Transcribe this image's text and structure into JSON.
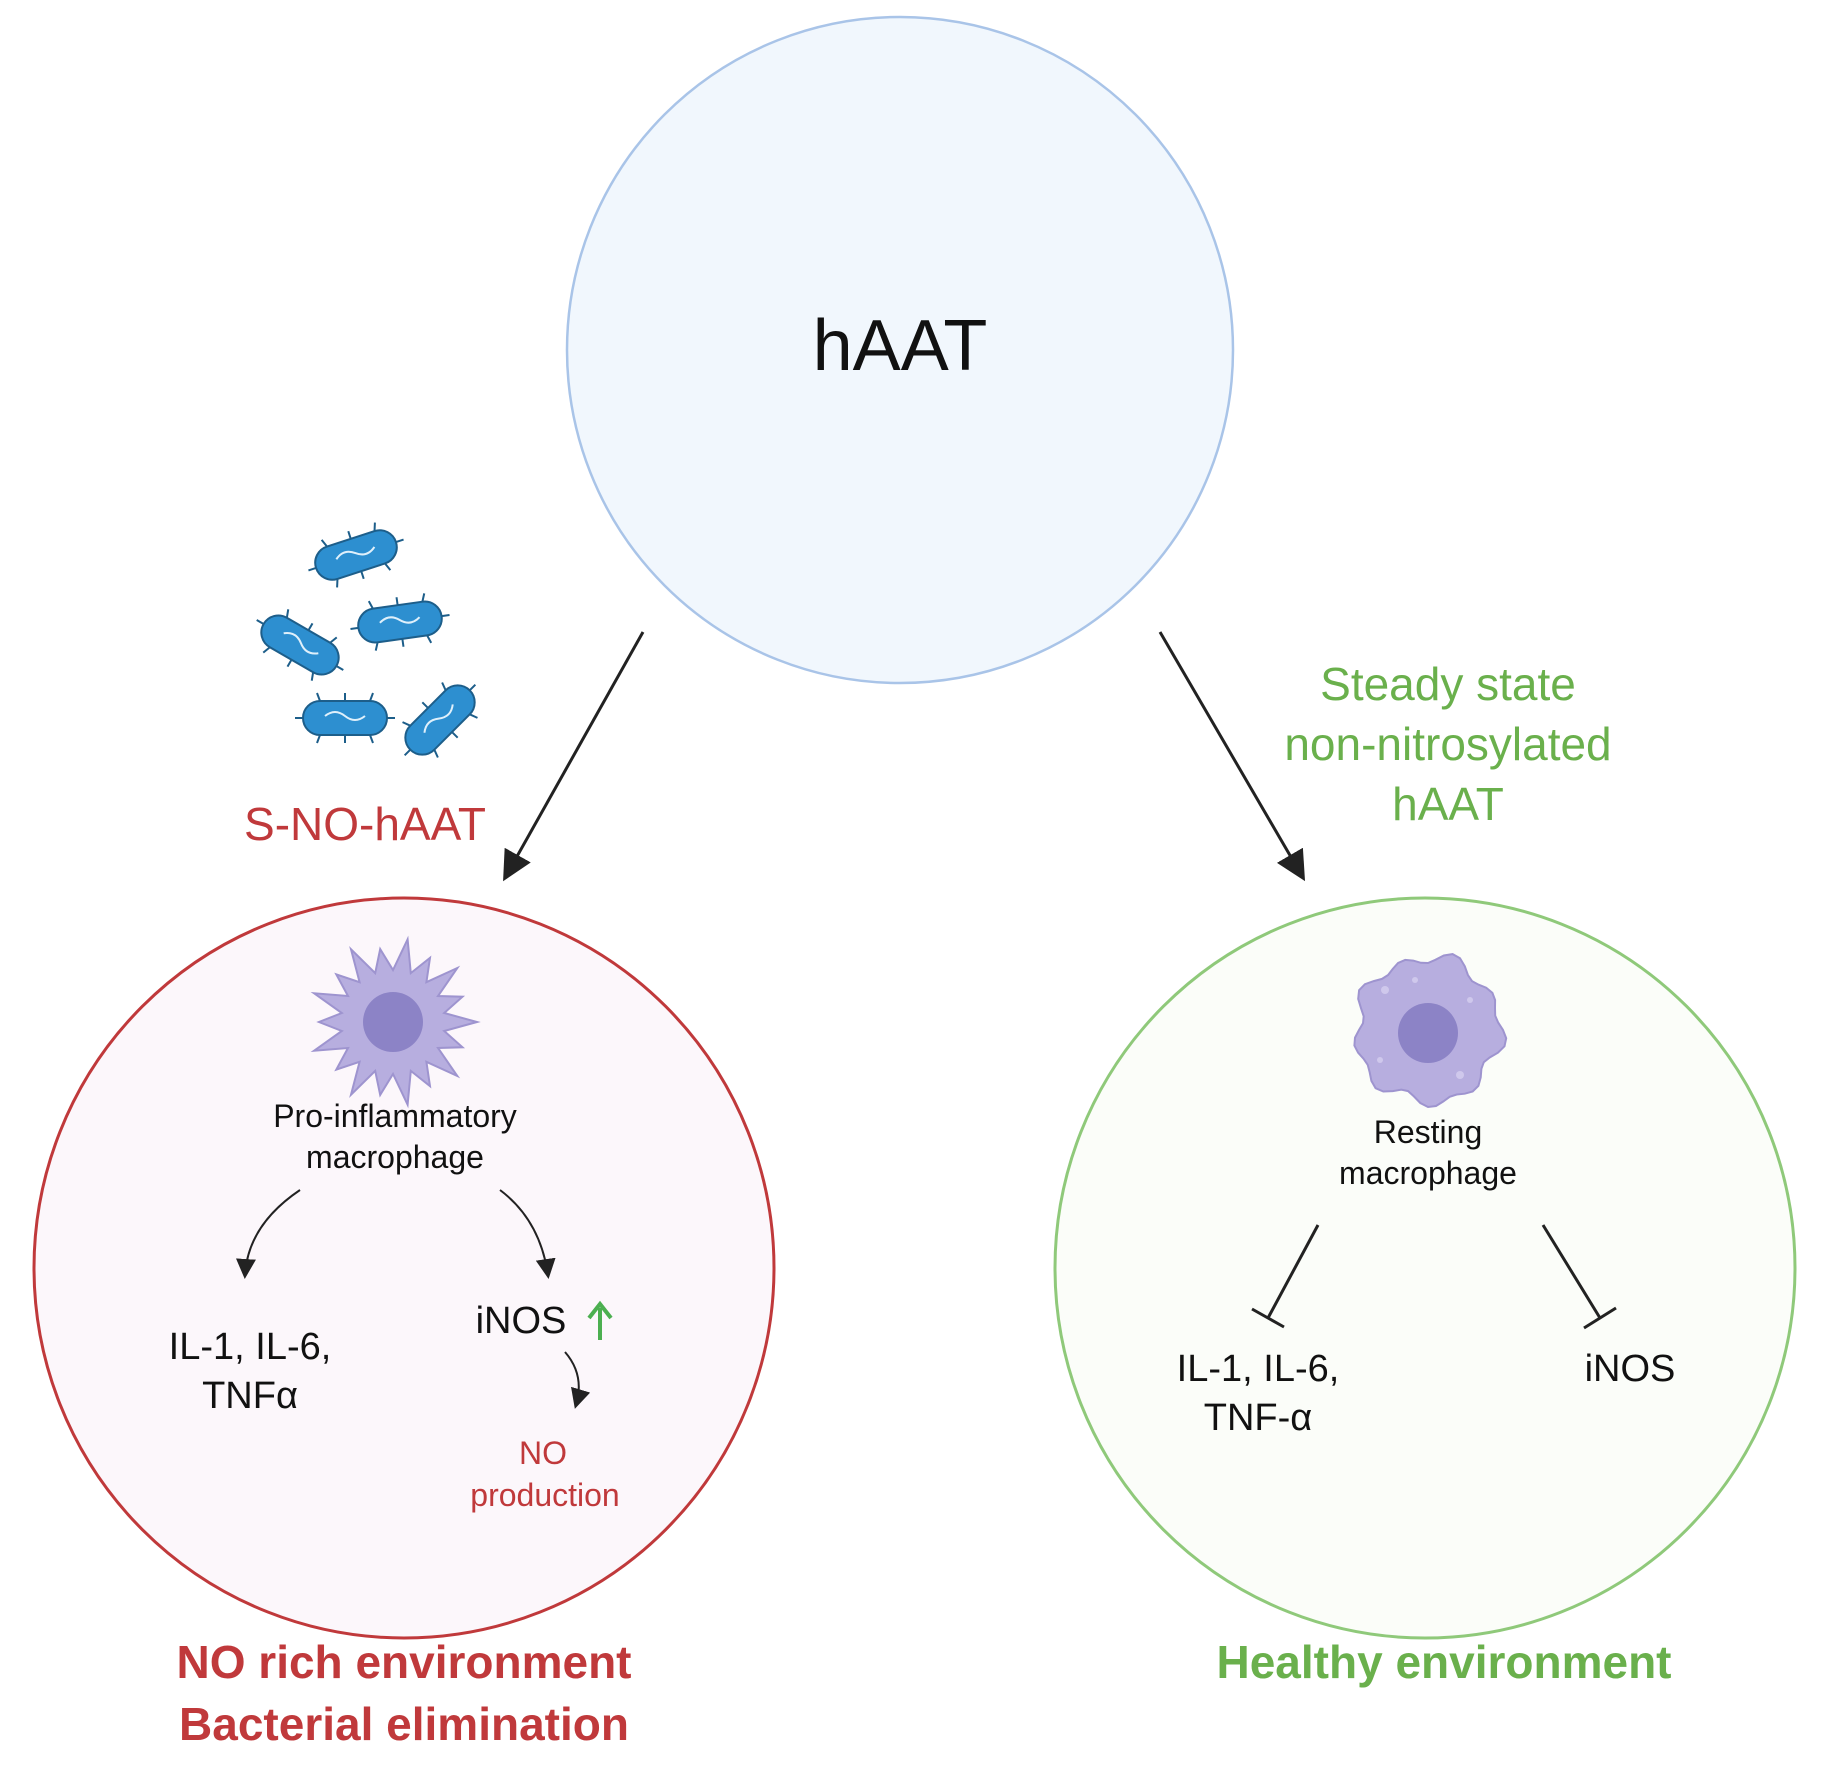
{
  "center": {
    "label": "hAAT"
  },
  "left_branch": {
    "label": "S-NO-hAAT",
    "cell": {
      "label_line1": "Pro-inflammatory",
      "label_line2": "macrophage"
    },
    "cytokines": {
      "line1": "IL-1, IL-6,",
      "line2": "TNFα"
    },
    "inos": {
      "label": "iNOS"
    },
    "no_production": {
      "line1": "NO",
      "line2": "production"
    },
    "caption": {
      "line1": "NO rich environment",
      "line2": "Bacterial elimination"
    }
  },
  "right_branch": {
    "label": {
      "line1": "Steady state",
      "line2": "non-nitrosylated",
      "line3": "hAAT"
    },
    "cell": {
      "label_line1": "Resting",
      "label_line2": "macrophage"
    },
    "cytokines": {
      "line1": "IL-1, IL-6,",
      "line2": "TNF-α"
    },
    "inos": {
      "label": "iNOS"
    },
    "caption": {
      "line1": "Healthy environment"
    }
  },
  "icons": {
    "bacteria": "bacteria-icon",
    "pro_inflammatory_macrophage": "spiky-macrophage-icon",
    "resting_macrophage": "round-macrophage-icon",
    "up_arrow": "up-arrow-icon"
  },
  "colors": {
    "red": "#c0393b",
    "green": "#6ab04c",
    "blue_outline": "#a9c4e8",
    "blue_fill": "#f1f7fd",
    "pink_fill": "#fcf7fb",
    "green_fill": "#fbfdf9",
    "bacteria": "#2d8fd0",
    "macrophage": "#b7aedf",
    "nucleus": "#8c83c6"
  }
}
